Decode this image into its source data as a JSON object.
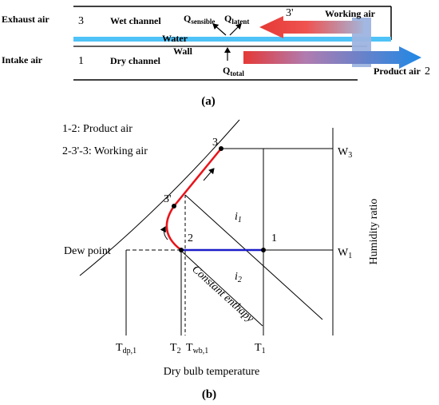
{
  "panel_a": {
    "exhaust_air": "Exhaust air",
    "intake_air": "Intake air",
    "state_3": "3",
    "state_1": "1",
    "state_3prime": "3'",
    "state_2": "2",
    "wet_channel": "Wet channel",
    "dry_channel": "Dry channel",
    "water": "Water",
    "wall": "Wall",
    "q_sensible_main": "Q",
    "q_sensible_sub": "sensible",
    "q_latent_main": "Q",
    "q_latent_sub": "latent",
    "q_total_main": "Q",
    "q_total_sub": "total",
    "working_air": "Working air",
    "product_air": "Product air",
    "caption": "(a)",
    "colors": {
      "water_band": "#4fc3f7",
      "hot": "#e53935",
      "cool": "#1e88e5"
    }
  },
  "panel_b": {
    "legend_product": "1-2: Product air",
    "legend_working": "2-3'-3: Working air",
    "pt_3": "3",
    "pt_3prime": "3'",
    "pt_2": "2",
    "pt_1": "1",
    "i1_main": "i",
    "i1_sub": "1",
    "i2_main": "i",
    "i2_sub": "2",
    "dew_point": "Dew point",
    "constant_enthalpy": "Constant enthapy",
    "w3_main": "W",
    "w3_sub": "3",
    "w1_main": "W",
    "w1_sub": "1",
    "humidity_ratio": "Humidity ratio",
    "tdp_main": "T",
    "tdp_sub": "dp,1",
    "t2_main": "T",
    "t2_sub": "2",
    "twb_main": "T",
    "twb_sub": "wb,1",
    "t1_main": "T",
    "t1_sub": "1",
    "dry_bulb": "Dry bulb temperature",
    "caption": "(b)",
    "colors": {
      "working_path": "#e8141b",
      "product_path": "#1c1cc8"
    }
  }
}
